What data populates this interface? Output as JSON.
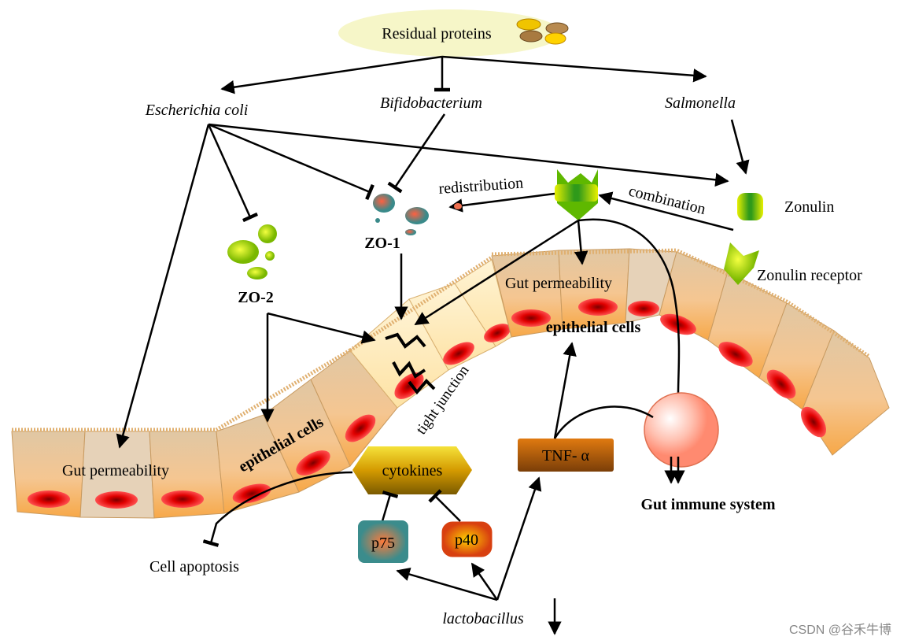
{
  "labels": {
    "residual_proteins": "Residual proteins",
    "escherichia_coli": "Escherichia coli",
    "bifidobacterium": "Bifidobacterium",
    "salmonella": "Salmonella",
    "zonulin": "Zonulin",
    "zonulin_receptor": "Zonulin receptor",
    "redistribution": "redistribution",
    "combination": "combination",
    "zo1": "ZO-1",
    "zo2": "ZO-2",
    "gut_permeability_left": "Gut permeability",
    "gut_permeability_right": "Gut permeability",
    "epithelial_cells_left": "epithelial cells",
    "epithelial_cells_right": "epithelial cells",
    "tight_junction": "tight junction",
    "cytokines": "cytokines",
    "tnf_alpha": "TNF- α",
    "p75": "p75",
    "p40": "p40",
    "cell_apoptosis": "Cell apoptosis",
    "gut_immune_system": "Gut immune system",
    "lactobacillus": "lactobacillus",
    "watermark": "CSDN @谷禾牛博"
  },
  "colors": {
    "cell_fill": "#f2c48c",
    "nucleus": "#d00000",
    "ellipse_bg": "#f6f6c8",
    "zonulin_green": "#3aa81a",
    "cytokine_gold": "#d9a300",
    "tnf_brown": "#b8630c",
    "p75_teal": "#3b8c8c",
    "p40_orange": "#e0580f"
  }
}
